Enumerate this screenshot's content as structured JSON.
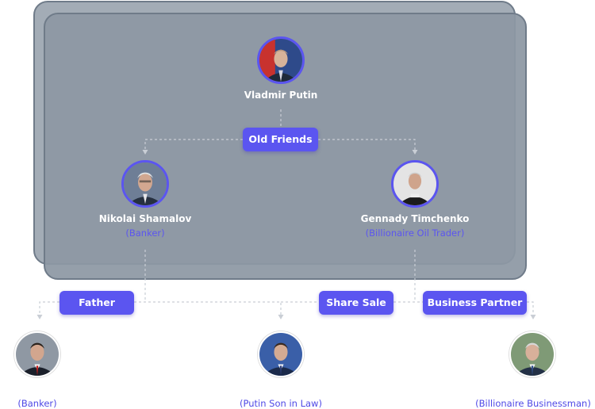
{
  "nodes": {
    "putin": {
      "name": "Vladmir Putin",
      "role": ""
    },
    "shamalov": {
      "name": "Nikolai Shamalov",
      "role": "(Banker)"
    },
    "timchenko": {
      "name": "Gennady Timchenko",
      "role": "(Billionaire Oil Trader)"
    },
    "son": {
      "name": "",
      "role": "(Banker)"
    },
    "soninlaw": {
      "name": "",
      "role": "(Putin Son in Law)"
    },
    "partner": {
      "name": "",
      "role": "(Billionaire Businessman)"
    }
  },
  "relations": {
    "old_friends": "Old Friends",
    "father": "Father",
    "share_sale": "Share Sale",
    "business_partner": "Business Partner"
  },
  "colors": {
    "accent": "#5b55f0",
    "panel": "#8d98a4",
    "panel_border": "#6f7b89",
    "connector": "#c9ced5"
  },
  "icons": [
    "arrow-down-icon"
  ]
}
